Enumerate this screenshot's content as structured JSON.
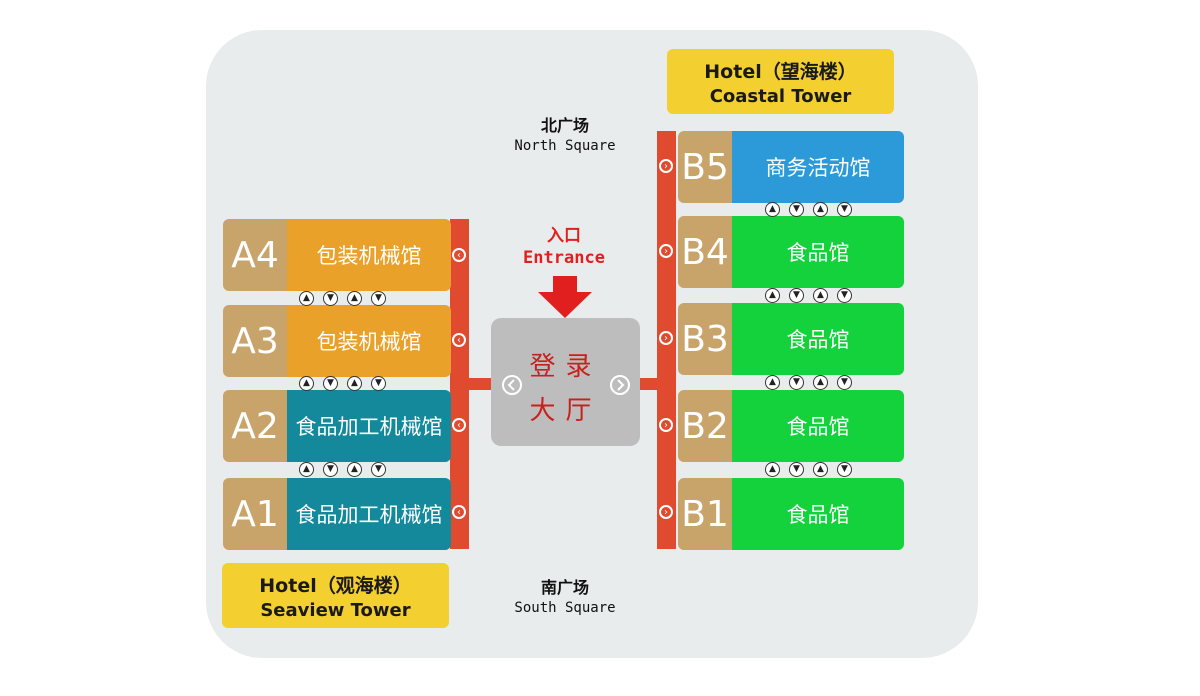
{
  "north_square": {
    "cn": "北广场",
    "en": "North Square"
  },
  "south_square": {
    "cn": "南广场",
    "en": "South Square"
  },
  "entrance": {
    "cn": "入口",
    "en": "Entrance"
  },
  "lobby": {
    "line1": "登录",
    "line2": "大厅"
  },
  "hotel_coastal": {
    "line1": "Hotel（望海楼）",
    "line2": "Coastal Tower"
  },
  "hotel_seaview": {
    "line1": "Hotel（观海楼）",
    "line2": "Seaview Tower"
  },
  "halls_left": [
    {
      "code": "A4",
      "name": "包装机械馆",
      "color": "#e9a12a"
    },
    {
      "code": "A3",
      "name": "包装机械馆",
      "color": "#e9a12a"
    },
    {
      "code": "A2",
      "name": "食品加工机械馆",
      "color": "#14899b"
    },
    {
      "code": "A1",
      "name": "食品加工机械馆",
      "color": "#14899b"
    }
  ],
  "halls_right": [
    {
      "code": "B5",
      "name": "商务活动馆",
      "color": "#2c9ad8"
    },
    {
      "code": "B4",
      "name": "食品馆",
      "color": "#14d23b"
    },
    {
      "code": "B3",
      "name": "食品馆",
      "color": "#14d23b"
    },
    {
      "code": "B2",
      "name": "食品馆",
      "color": "#14d23b"
    },
    {
      "code": "B1",
      "name": "食品馆",
      "color": "#14d23b"
    }
  ],
  "colors": {
    "corridor": "#e04a2e",
    "hall_code_bg": "#c8a46a",
    "hotel_bg": "#f3cf2f",
    "lobby_bg": "#bdbdbd",
    "entrance_red": "#e21f1f"
  }
}
